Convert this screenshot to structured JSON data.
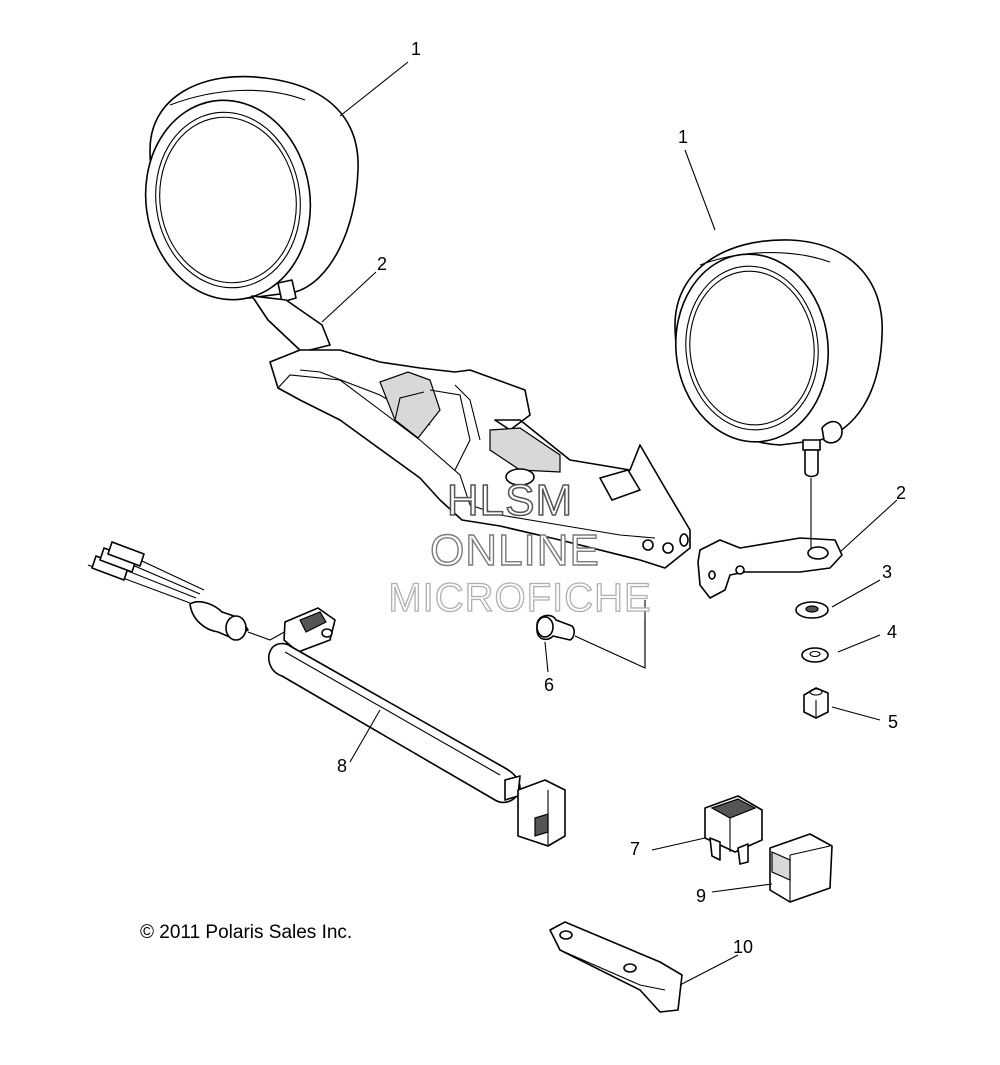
{
  "diagram": {
    "callouts": [
      {
        "id": "c1a",
        "label": "1"
      },
      {
        "id": "c1b",
        "label": "1"
      },
      {
        "id": "c2a",
        "label": "2"
      },
      {
        "id": "c2b",
        "label": "2"
      },
      {
        "id": "c3",
        "label": "3"
      },
      {
        "id": "c4",
        "label": "4"
      },
      {
        "id": "c5",
        "label": "5"
      },
      {
        "id": "c6",
        "label": "6"
      },
      {
        "id": "c7",
        "label": "7"
      },
      {
        "id": "c8",
        "label": "8"
      },
      {
        "id": "c9",
        "label": "9"
      },
      {
        "id": "c10",
        "label": "10"
      }
    ],
    "copyright": "© 2011 Polaris Sales Inc.",
    "watermark": {
      "line1": "HLSM",
      "line2": "ONLINE",
      "line3": "MICROFICHE"
    }
  }
}
